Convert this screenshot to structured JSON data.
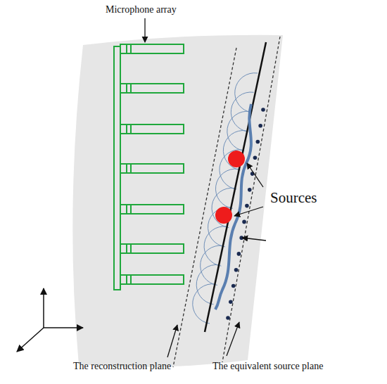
{
  "diagram": {
    "labels": [
      "Microphone array",
      "Sources",
      "The reconstruction plane",
      "The equivalent source plane"
    ]
  }
}
